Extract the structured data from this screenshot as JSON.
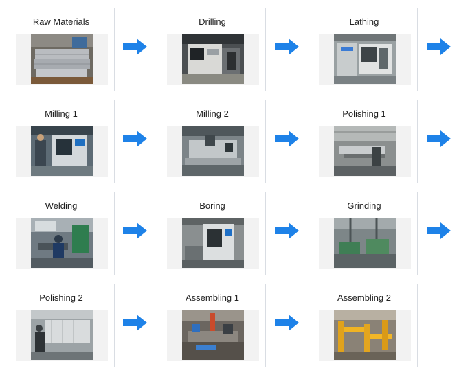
{
  "accent_color": "#1e82e8",
  "steps": [
    {
      "label": "Raw Materials",
      "image_icon": "raw-materials-photo"
    },
    {
      "label": "Drilling",
      "image_icon": "drilling-machine-photo"
    },
    {
      "label": "Lathing",
      "image_icon": "lathe-machine-photo"
    },
    {
      "label": "Milling 1",
      "image_icon": "milling-machine-photo"
    },
    {
      "label": "Milling 2",
      "image_icon": "milling-machine-photo"
    },
    {
      "label": "Polishing 1",
      "image_icon": "polishing-station-photo"
    },
    {
      "label": "Welding",
      "image_icon": "welding-station-photo"
    },
    {
      "label": "Boring",
      "image_icon": "boring-machine-photo"
    },
    {
      "label": "Grinding",
      "image_icon": "grinding-machine-photo"
    },
    {
      "label": "Polishing 2",
      "image_icon": "polishing-station-photo"
    },
    {
      "label": "Assembling 1",
      "image_icon": "assembly-line-photo"
    },
    {
      "label": "Assembling 2",
      "image_icon": "assembly-line-photo"
    }
  ]
}
